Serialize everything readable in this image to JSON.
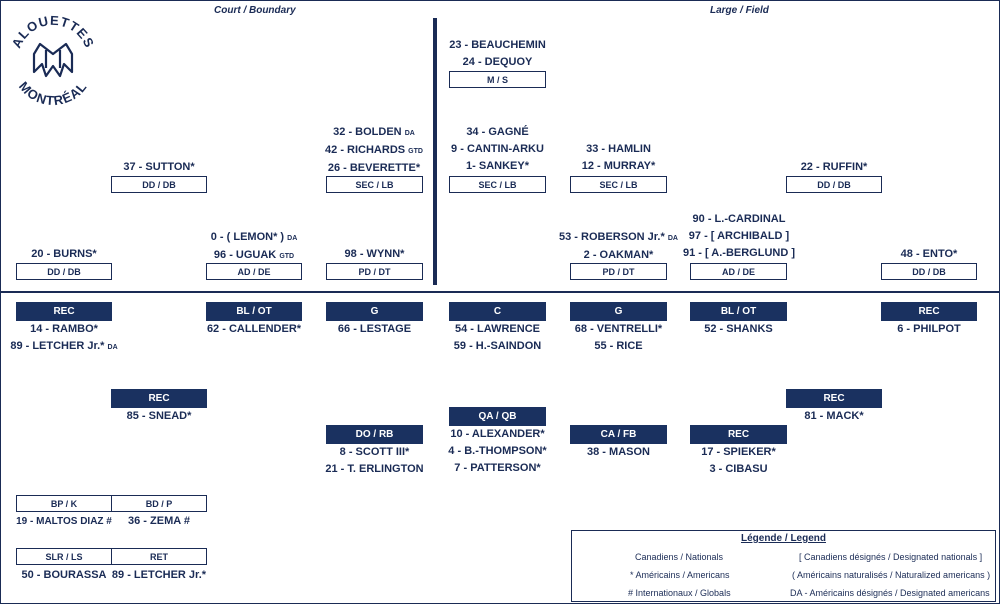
{
  "header": {
    "court": "Court / Boundary",
    "large": "Large / Field"
  },
  "logo": {
    "top_text": "ALOUETTES",
    "bottom_text": "MONTRÉAL"
  },
  "defense": {
    "ms": {
      "names": [
        "23 - BEAUCHEMIN",
        "24 - DEQUOY"
      ],
      "box": "M / S"
    },
    "sutton": {
      "names": [
        "37 - SUTTON*"
      ],
      "box": "DD / DB"
    },
    "sec_lb_1": {
      "names": [
        "32 - BOLDEN",
        "42 - RICHARDS",
        "26 - BEVERETTE*"
      ],
      "tags": [
        "DA",
        "GTD",
        ""
      ],
      "box": "SEC / LB"
    },
    "sec_lb_2": {
      "names": [
        "34 - GAGNÉ",
        "9 - CANTIN-ARKU",
        "1- SANKEY*"
      ],
      "box": "SEC / LB"
    },
    "sec_lb_3": {
      "names": [
        "33 - HAMLIN",
        "12 - MURRAY*"
      ],
      "box": "SEC / LB"
    },
    "ruffin": {
      "names": [
        "22 - RUFFIN*"
      ],
      "box": "DD / DB"
    },
    "burns": {
      "names": [
        "20 - BURNS*"
      ],
      "box": "DD / DB"
    },
    "ad_de_1": {
      "names": [
        "0 - ( LEMON* )",
        "96 - UGUAK"
      ],
      "tags": [
        "DA",
        "GTD"
      ],
      "box": "AD / DE"
    },
    "pd_dt_1": {
      "names": [
        "98 - WYNN*"
      ],
      "box": "PD / DT"
    },
    "pd_dt_2": {
      "names": [
        "53 - ROBERSON Jr.*",
        "2 - OAKMAN*"
      ],
      "tags": [
        "DA",
        ""
      ],
      "box": "PD / DT"
    },
    "ad_de_2": {
      "names": [
        "90 - L.-CARDINAL",
        "97 - [ ARCHIBALD ]",
        "91 - [ A.-BERGLUND ]"
      ],
      "box": "AD / DE"
    },
    "ento": {
      "names": [
        "48 - ENTO*"
      ],
      "box": "DD / DB"
    }
  },
  "offense": {
    "rec_left": {
      "box": "REC",
      "names": [
        "14 - RAMBO*",
        "89 - LETCHER Jr.*"
      ],
      "tags": [
        "",
        "DA"
      ]
    },
    "bl_ot_left": {
      "box": "BL / OT",
      "names": [
        "62 - CALLENDER*"
      ]
    },
    "g_left": {
      "box": "G",
      "names": [
        "66 - LESTAGE"
      ]
    },
    "c": {
      "box": "C",
      "names": [
        "54 - LAWRENCE",
        "59 - H.-SAINDON"
      ]
    },
    "g_right": {
      "box": "G",
      "names": [
        "68 - VENTRELLI*",
        "55 - RICE"
      ]
    },
    "bl_ot_right": {
      "box": "BL / OT",
      "names": [
        "52 - SHANKS"
      ]
    },
    "rec_right": {
      "box": "REC",
      "names": [
        "6 - PHILPOT"
      ]
    },
    "rec_snead": {
      "box": "REC",
      "names": [
        "85 - SNEAD*"
      ]
    },
    "rec_mack": {
      "box": "REC",
      "names": [
        "81 - MACK*"
      ]
    },
    "qb": {
      "box": "QA / QB",
      "names": [
        "10 - ALEXANDER*",
        "4 - B.-THOMPSON*",
        "7 - PATTERSON*"
      ]
    },
    "rb": {
      "box": "DO / RB",
      "names": [
        "8 - SCOTT III*",
        "21 - T. ERLINGTON"
      ]
    },
    "fb": {
      "box": "CA / FB",
      "names": [
        "38 - MASON"
      ]
    },
    "rec_spieker": {
      "box": "REC",
      "names": [
        "17 - SPIEKER*",
        "3 - CIBASU"
      ]
    }
  },
  "special": {
    "bp_k": {
      "box": "BP / K",
      "name": "19 - MALTOS DIAZ #"
    },
    "bd_p": {
      "box": "BD / P",
      "name": "36 - ZEMA #"
    },
    "slr_ls": {
      "box": "SLR / LS",
      "name": "50 - BOURASSA"
    },
    "ret": {
      "box": "RET",
      "name": "89 - LETCHER Jr.*"
    }
  },
  "legend": {
    "title": "Légende / Legend",
    "left": [
      "Canadiens / Nationals",
      "* Américains / Americans",
      "# Internationaux / Globals"
    ],
    "right": [
      "[ Canadiens désignés / Designated nationals ]",
      "( Américains naturalisés / Naturalized americans )",
      "DA - Américains désignés / Designated americans"
    ]
  },
  "colors": {
    "navy": "#1a3160",
    "text": "#1a2b55",
    "background": "#ffffff"
  }
}
